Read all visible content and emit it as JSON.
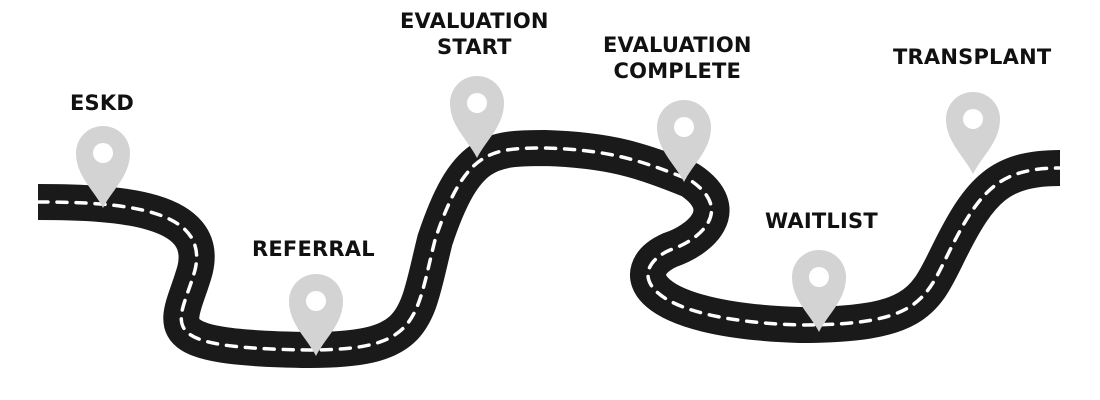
{
  "colors": {
    "road": "#1b1a1a",
    "dash": "#ffffff",
    "pin": "#d3d3d3",
    "pin_hole": "#ffffff",
    "text": "#111111"
  },
  "milestones": [
    {
      "id": "eskd",
      "lines": [
        "ESKD"
      ],
      "icon": "map-pin-icon"
    },
    {
      "id": "referral",
      "lines": [
        "REFERRAL"
      ],
      "icon": "map-pin-icon"
    },
    {
      "id": "evaluation-start",
      "lines": [
        "EVALUATION",
        "START"
      ],
      "icon": "map-pin-icon"
    },
    {
      "id": "evaluation-complete",
      "lines": [
        "EVALUATION",
        "COMPLETE"
      ],
      "icon": "map-pin-icon"
    },
    {
      "id": "waitlist",
      "lines": [
        "WAITLIST"
      ],
      "icon": "map-pin-icon"
    },
    {
      "id": "transplant",
      "lines": [
        "TRANSPLANT"
      ],
      "icon": "map-pin-icon"
    }
  ]
}
